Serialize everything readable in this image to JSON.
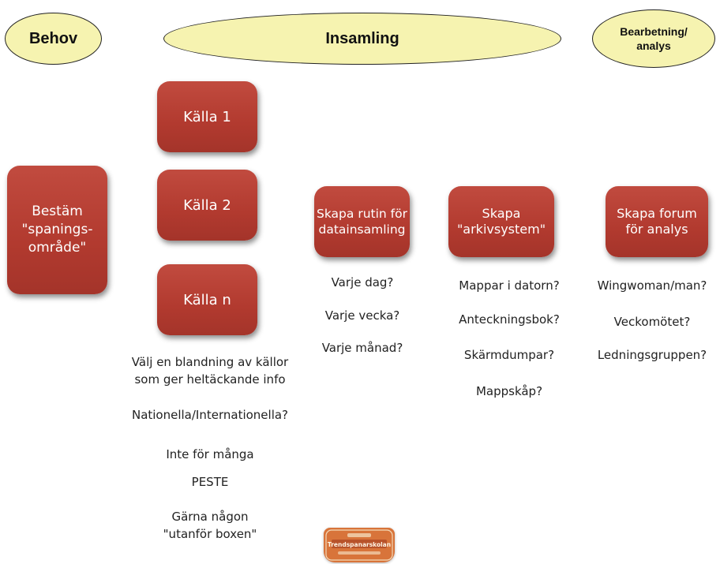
{
  "headers": {
    "behov": "Behov",
    "insamling": "Insamling",
    "analys": "Bearbetning/ analys"
  },
  "boxes": {
    "bestam": "Bestäm \"spanings- område\"",
    "kalla1": "Källa 1",
    "kalla2": "Källa 2",
    "kallan": "Källa n",
    "rutin": "Skapa rutin för datainsamling",
    "arkiv": "Skapa \"arkivsystem\"",
    "forum": "Skapa forum för analys"
  },
  "kalla_notes": {
    "blandning": "Välj en blandning av källor",
    "heltackande": "som ger heltäckande info",
    "nationella": "Nationella/Internationella?",
    "inte_for_manga": "Inte för många",
    "peste": "PESTE",
    "garna": "Gärna någon",
    "utanfor": "\"utanför boxen\""
  },
  "rutin_notes": [
    "Varje dag?",
    "Varje vecka?",
    "Varje månad?"
  ],
  "arkiv_notes": [
    "Mappar i datorn?",
    "Anteckningsbok?",
    "Skärmdumpar?",
    "Mappskåp?"
  ],
  "forum_notes": [
    "Wingwoman/man?",
    "Veckomötet?",
    "Ledningsgruppen?"
  ],
  "colors": {
    "oval_fill": "#f6f3b0",
    "box_fill": "#b23a2f",
    "logo_fill": "#d8743a"
  },
  "logo": {
    "label": "Trendspanarskolan",
    "icon": "trendspanarskolan-logo"
  }
}
